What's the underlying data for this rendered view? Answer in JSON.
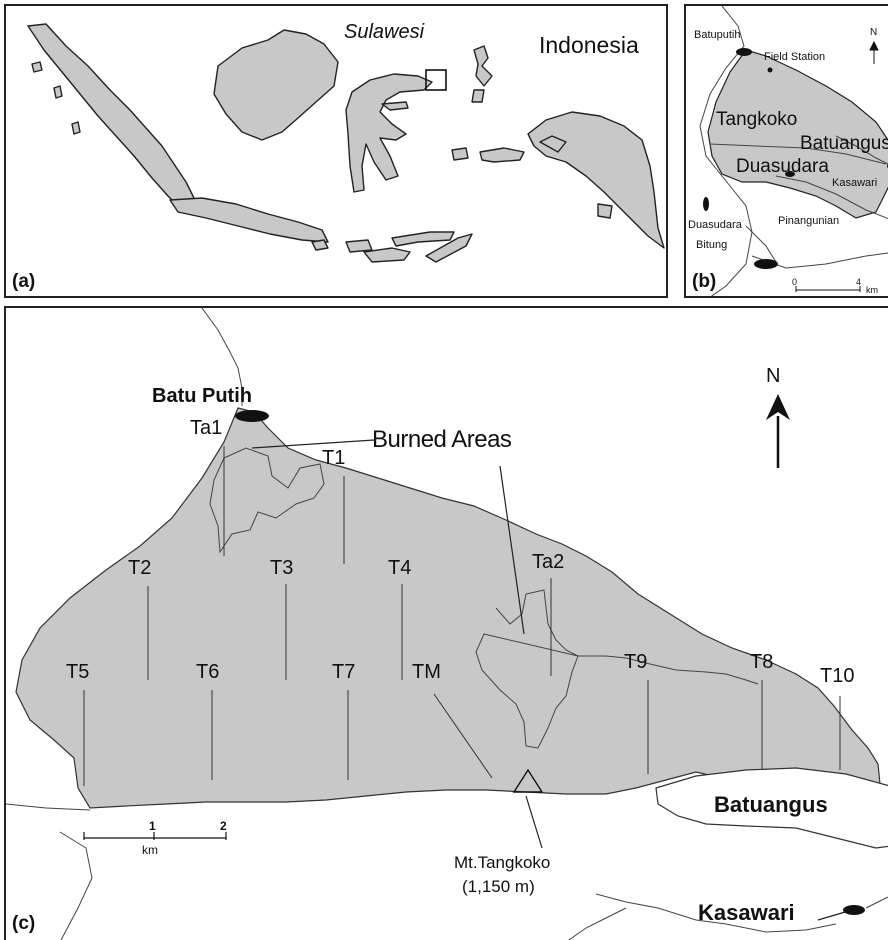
{
  "panel_a": {
    "letter": "(a)",
    "country": "Indonesia",
    "island": "Sulawesi"
  },
  "panel_b": {
    "letter": "(b)",
    "north": "N",
    "places": {
      "batuputih": "Batuputih",
      "field_station": "Field Station",
      "tangkoko": "Tangkoko",
      "batuangus": "Batuangus",
      "duasudara_reserve": "Duasudara",
      "duasudara_town": "Duasudara",
      "kasawari": "Kasawari",
      "pinangunian": "Pinangunian",
      "bitung": "Bitung"
    },
    "scale": {
      "zero": "0",
      "four": "4",
      "unit": "km"
    }
  },
  "panel_c": {
    "letter": "(c)",
    "north": "N",
    "places": {
      "batu_putih": "Batu Putih",
      "burned_areas": "Burned Areas",
      "batuangus": "Batuangus",
      "kasawari": "Kasawari",
      "mt_tangkoko": "Mt.Tangkoko",
      "elevation": "(1,150 m)"
    },
    "transects": {
      "ta1": "Ta1",
      "t1": "T1",
      "t2": "T2",
      "t3": "T3",
      "t4": "T4",
      "ta2": "Ta2",
      "t5": "T5",
      "t6": "T6",
      "t7": "T7",
      "tm": "TM",
      "t9": "T9",
      "t8": "T8",
      "t10": "T10"
    },
    "scale": {
      "one": "1",
      "two": "2",
      "unit": "km"
    }
  },
  "colors": {
    "land": "#c8c8c8",
    "outline": "#222222",
    "water": "#ffffff"
  }
}
